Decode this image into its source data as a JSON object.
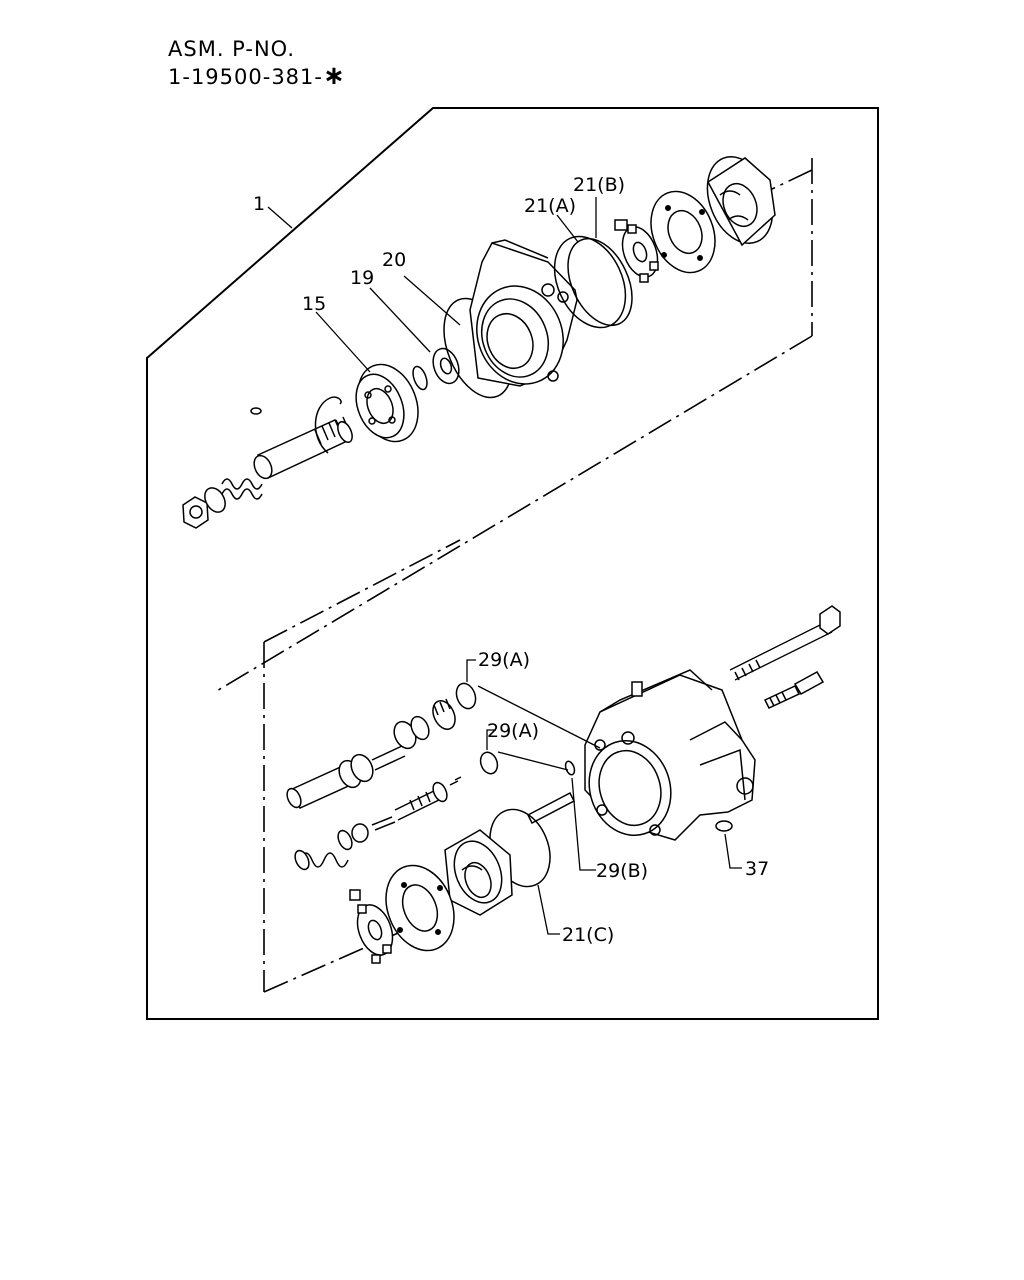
{
  "header": {
    "line1": "ASM. P-NO.",
    "line2": "1-19500-381-",
    "star": "∗"
  },
  "callouts": {
    "c1": "1",
    "c15": "15",
    "c19": "19",
    "c20": "20",
    "c21a": "21(A)",
    "c21b": "21(B)",
    "c29a_1": "29(A)",
    "c29a_2": "29(A)",
    "c29b": "29(B)",
    "c37": "37",
    "c21c": "21(C)"
  }
}
